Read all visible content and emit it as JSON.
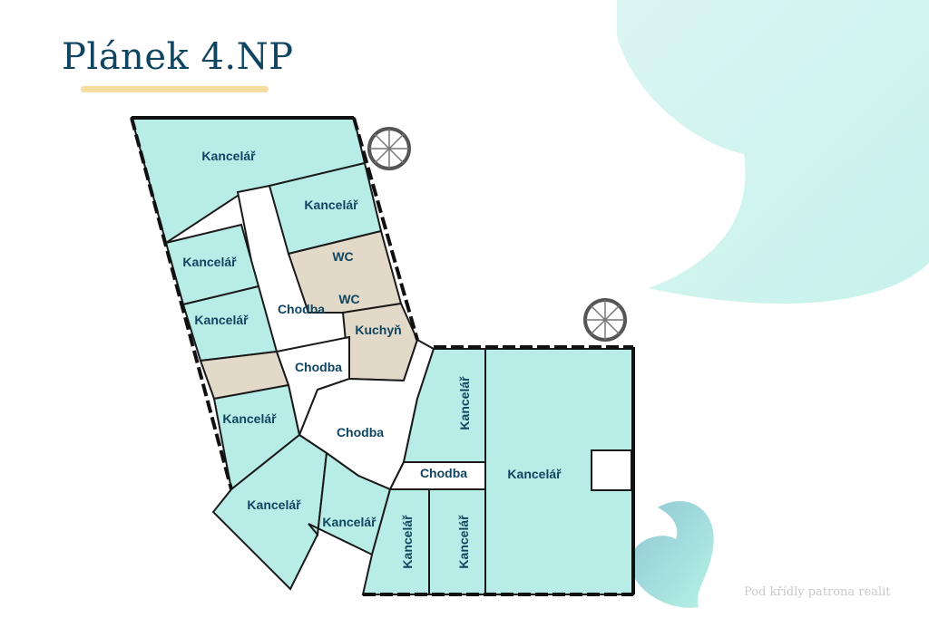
{
  "title": "Plánek 4.NP",
  "tagline": "Pod křídly patrona realit",
  "colors": {
    "office": "#b8ece6",
    "service": "#e3d9c9",
    "corridor": "#ffffff",
    "title": "#0f4560",
    "accent": "#f5dc9f"
  },
  "rooms": {
    "office_top": "Kancelář",
    "office_upper_right": "Kancelář",
    "office_left_1": "Kancelář",
    "office_left_2": "Kancelář",
    "wc_1": "WC",
    "wc_2": "WC",
    "kitchen": "Kuchyň",
    "corridor_1": "Chodba",
    "corridor_2": "Chodba",
    "corridor_3": "Chodba",
    "corridor_4": "Chodba",
    "office_left_3": "Kancelář",
    "office_bottom_left": "Kancelář",
    "office_bottom_mid": "Kancelář",
    "office_right_vertical": "Kancelář",
    "office_big": "Kancelář",
    "office_bottom_v1": "Kancelář",
    "office_bottom_v2": "Kancelář"
  }
}
